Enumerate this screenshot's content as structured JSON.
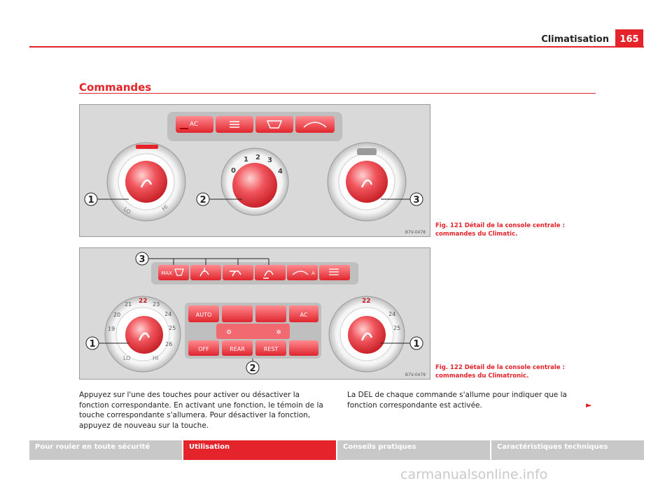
{
  "header": {
    "section_title": "Climatisation",
    "page_number": "165"
  },
  "section": {
    "title": "Commandes"
  },
  "fig121": {
    "caption": "Fig. 121   Détail de la console centrale : commandes du Climatic.",
    "code": "B7V-0478",
    "top_buttons": [
      "AC",
      "",
      "",
      ""
    ],
    "fan_scale": [
      "0",
      "1",
      "2",
      "3",
      "4"
    ],
    "dial_labels": {
      "lo": "LO",
      "hi": "HI"
    },
    "callouts": [
      "1",
      "2",
      "3"
    ]
  },
  "fig122": {
    "caption": "Fig. 122   Détail de la console centrale : commandes du Climatronic.",
    "code": "B7V-0479",
    "top_buttons": [
      "MAX",
      "",
      "",
      "",
      "A",
      ""
    ],
    "temp_scale": [
      "19",
      "20",
      "21",
      "22",
      "23",
      "24",
      "25",
      "26"
    ],
    "dial_labels": {
      "lo": "LO",
      "hi": "HI"
    },
    "center_buttons": {
      "auto": "AUTO",
      "ac": "AC",
      "off": "OFF",
      "rear": "REAR",
      "rest": "REST"
    },
    "callouts": [
      "3",
      "1",
      "1",
      "2"
    ]
  },
  "body": {
    "left": "Appuyez sur l'une des touches pour activer ou désactiver la fonction correspondante. En activant une fonction, le témoin de la touche correspondante s'allumera. Pour désactiver la fonction, appuyez de nouveau sur la touche.",
    "right": "La DEL de chaque commande s'allume pour indiquer que la fonction correspondante est activée."
  },
  "footer": {
    "tabs": [
      "Pour rouler en toute sécurité",
      "Utilisation",
      "Conseils pratiques",
      "Caractéristiques techniques"
    ],
    "active_index": 1
  },
  "watermark": "carmanualsonline.info",
  "colors": {
    "accent": "#e4232b",
    "footer_tab": "#c8c8c8"
  }
}
